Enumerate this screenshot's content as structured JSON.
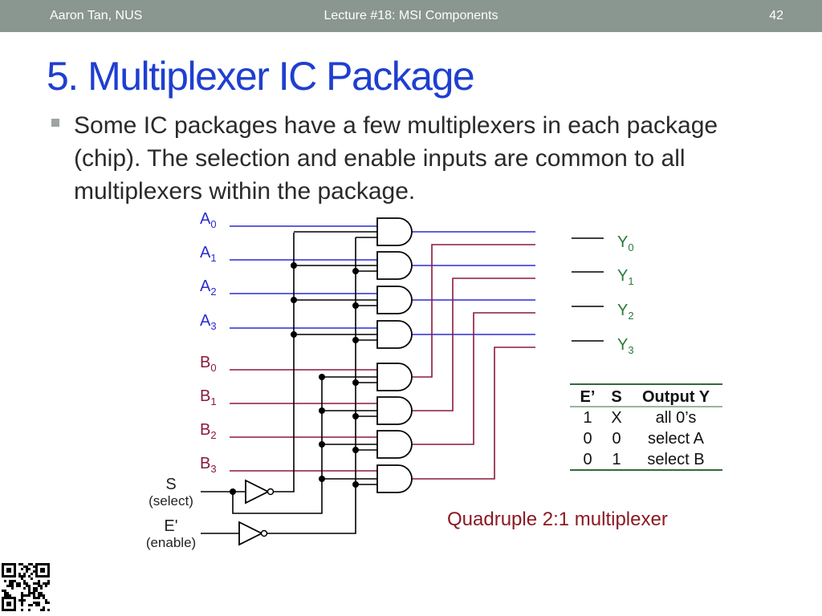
{
  "header": {
    "left": "Aaron Tan, NUS",
    "center": "Lecture #18: MSI Components",
    "page_number": "42"
  },
  "title": "5. Multiplexer IC Package",
  "bullet": "Some IC packages have a few multiplexers in each package (chip). The selection and enable inputs are common to all multiplexers within the package.",
  "diagram": {
    "inputs_a": [
      {
        "letter": "A",
        "sub": "0"
      },
      {
        "letter": "A",
        "sub": "1"
      },
      {
        "letter": "A",
        "sub": "2"
      },
      {
        "letter": "A",
        "sub": "3"
      }
    ],
    "inputs_b": [
      {
        "letter": "B",
        "sub": "0"
      },
      {
        "letter": "B",
        "sub": "1"
      },
      {
        "letter": "B",
        "sub": "2"
      },
      {
        "letter": "B",
        "sub": "3"
      }
    ],
    "outputs": [
      {
        "letter": "Y",
        "sub": "0"
      },
      {
        "letter": "Y",
        "sub": "1"
      },
      {
        "letter": "Y",
        "sub": "2"
      },
      {
        "letter": "Y",
        "sub": "3"
      }
    ],
    "select_label": "S",
    "select_note": "(select)",
    "enable_label": "E'",
    "enable_note": "(enable)",
    "caption": "Quadruple 2:1 multiplexer",
    "colors": {
      "a_wire": "#2b2bd4",
      "b_wire": "#8b1a3a",
      "gate": "#000000",
      "caption": "#8a1a22"
    }
  },
  "truth_table": {
    "headers": [
      "E’",
      "S",
      "Output Y"
    ],
    "rows": [
      [
        "1",
        "X",
        "all 0’s"
      ],
      [
        "0",
        "0",
        "select A"
      ],
      [
        "0",
        "1",
        "select B"
      ]
    ]
  }
}
